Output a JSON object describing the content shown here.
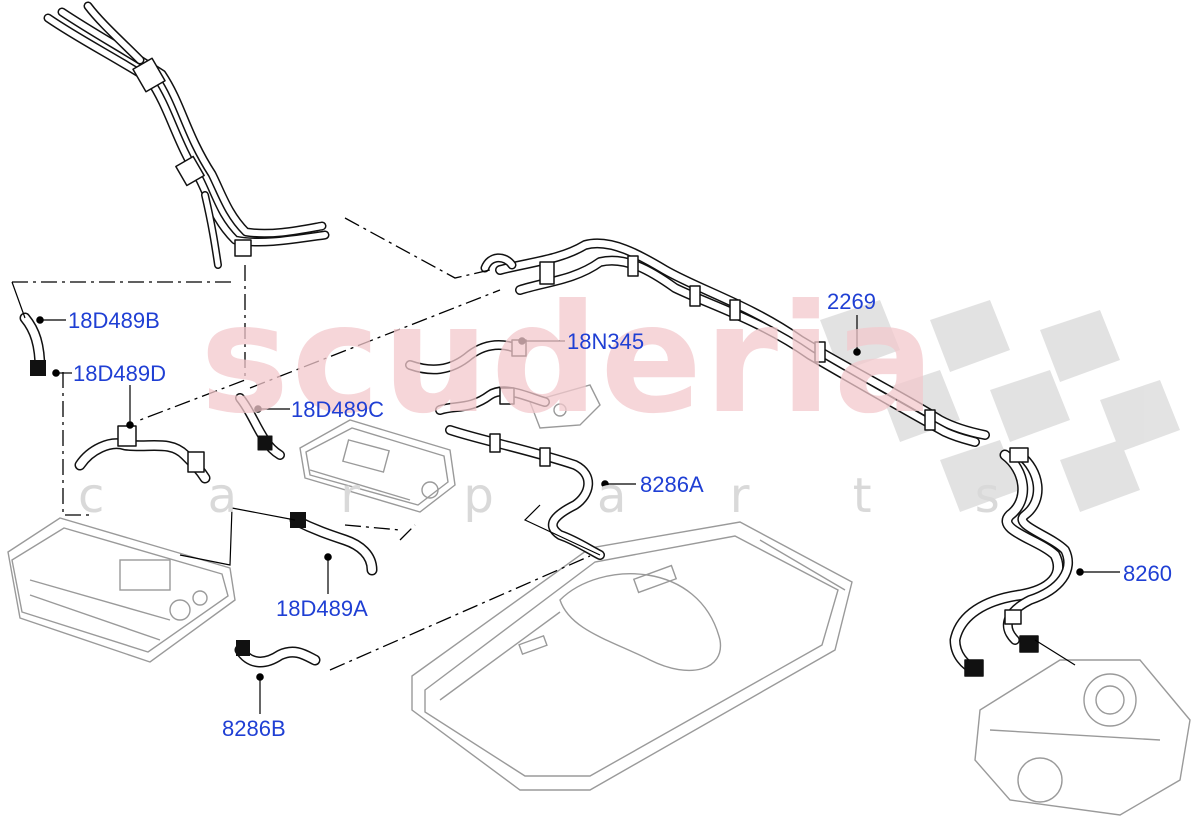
{
  "watermark": {
    "main": "scuderia",
    "sub": "c a r p a r t s"
  },
  "callouts": {
    "c18D489B": "18D489B",
    "c18D489D": "18D489D",
    "c18D489C": "18D489C",
    "c18N345": "18N345",
    "c2269": "2269",
    "c8286A": "8286A",
    "c8260": "8260",
    "c18D489A": "18D489A",
    "c8286B": "8286B"
  },
  "colors": {
    "callout_text": "#1f3fd4",
    "leader": "#000000",
    "part_stroke": "#111111",
    "ghost_stroke": "#9a9a9a",
    "watermark_red": "#f3c9cd",
    "checker": "#d8d8d8"
  }
}
